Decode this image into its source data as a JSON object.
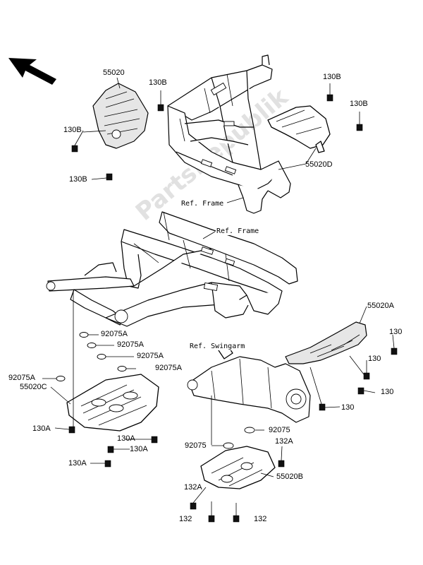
{
  "watermark": "PartsRepublik",
  "refs": {
    "frame_upper": "Ref. Frame",
    "frame_middle": "Ref. Frame",
    "swingarm": "Ref. Swingarm"
  },
  "labels": {
    "p55020": "55020",
    "p130b_a": "130B",
    "p130b_b": "130B",
    "p130b_c": "130B",
    "p130b_d": "130B",
    "p130b_e": "130B",
    "p55020d": "55020D",
    "p55020a": "55020A",
    "p130_a": "130",
    "p130_b": "130",
    "p130_c": "130",
    "p130_d": "130",
    "p92075a_a": "92075A",
    "p92075a_b": "92075A",
    "p92075a_c": "92075A",
    "p92075a_d": "92075A",
    "p92075a_e": "92075A",
    "p55020c": "55020C",
    "p130a_a": "130A",
    "p130a_b": "130A",
    "p130a_c": "130A",
    "p130a_d": "130A",
    "p92075_a": "92075",
    "p92075_b": "92075",
    "p132a_a": "132A",
    "p132a_b": "132A",
    "p55020b": "55020B",
    "p132_a": "132",
    "p132_b": "132"
  },
  "icons": {
    "direction": "front-direction-arrow-icon"
  }
}
